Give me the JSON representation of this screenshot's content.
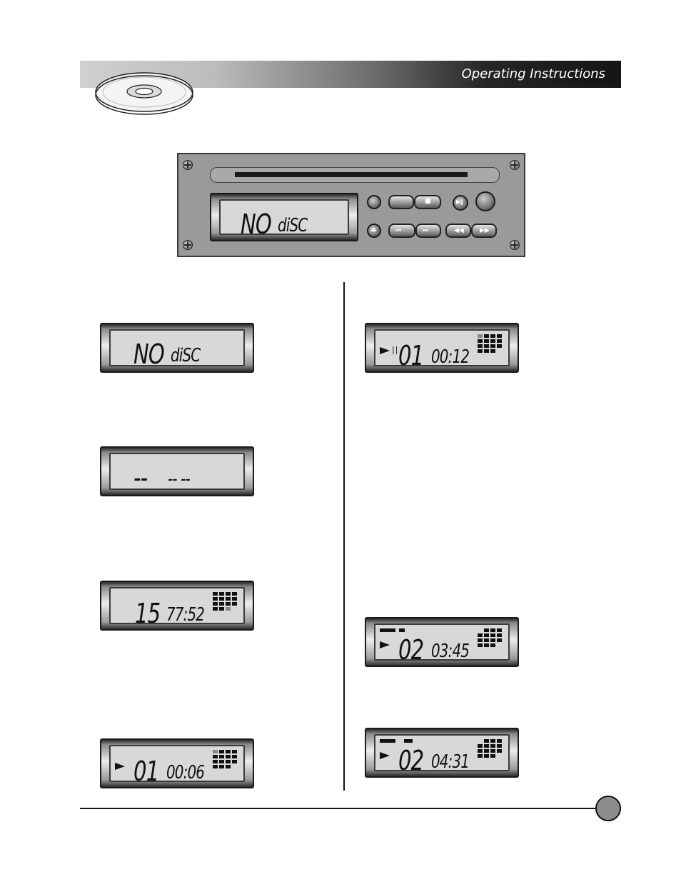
{
  "header": {
    "title": "Operating Instructions",
    "disc_icon": "cd-disc-icon"
  },
  "colors": {
    "header_dark": "#141414",
    "header_light": "#d0d0d0",
    "lcd_background": "#d8d8d8",
    "page_marker": "#8c8c8c"
  },
  "unit": {
    "display_main": "NO",
    "display_sub": "diSC"
  },
  "left_displays": [
    {
      "big": "NO",
      "small": "diSC"
    },
    {
      "big": "--",
      "small": "-- --"
    },
    {
      "big": "15",
      "small": "77:52"
    },
    {
      "big": "01",
      "small": "00:06"
    }
  ],
  "right_displays": [
    {
      "big": "01",
      "small": "00:12"
    },
    {
      "big": "02",
      "small": "03:45"
    },
    {
      "big": "02",
      "small": "04:31"
    }
  ]
}
